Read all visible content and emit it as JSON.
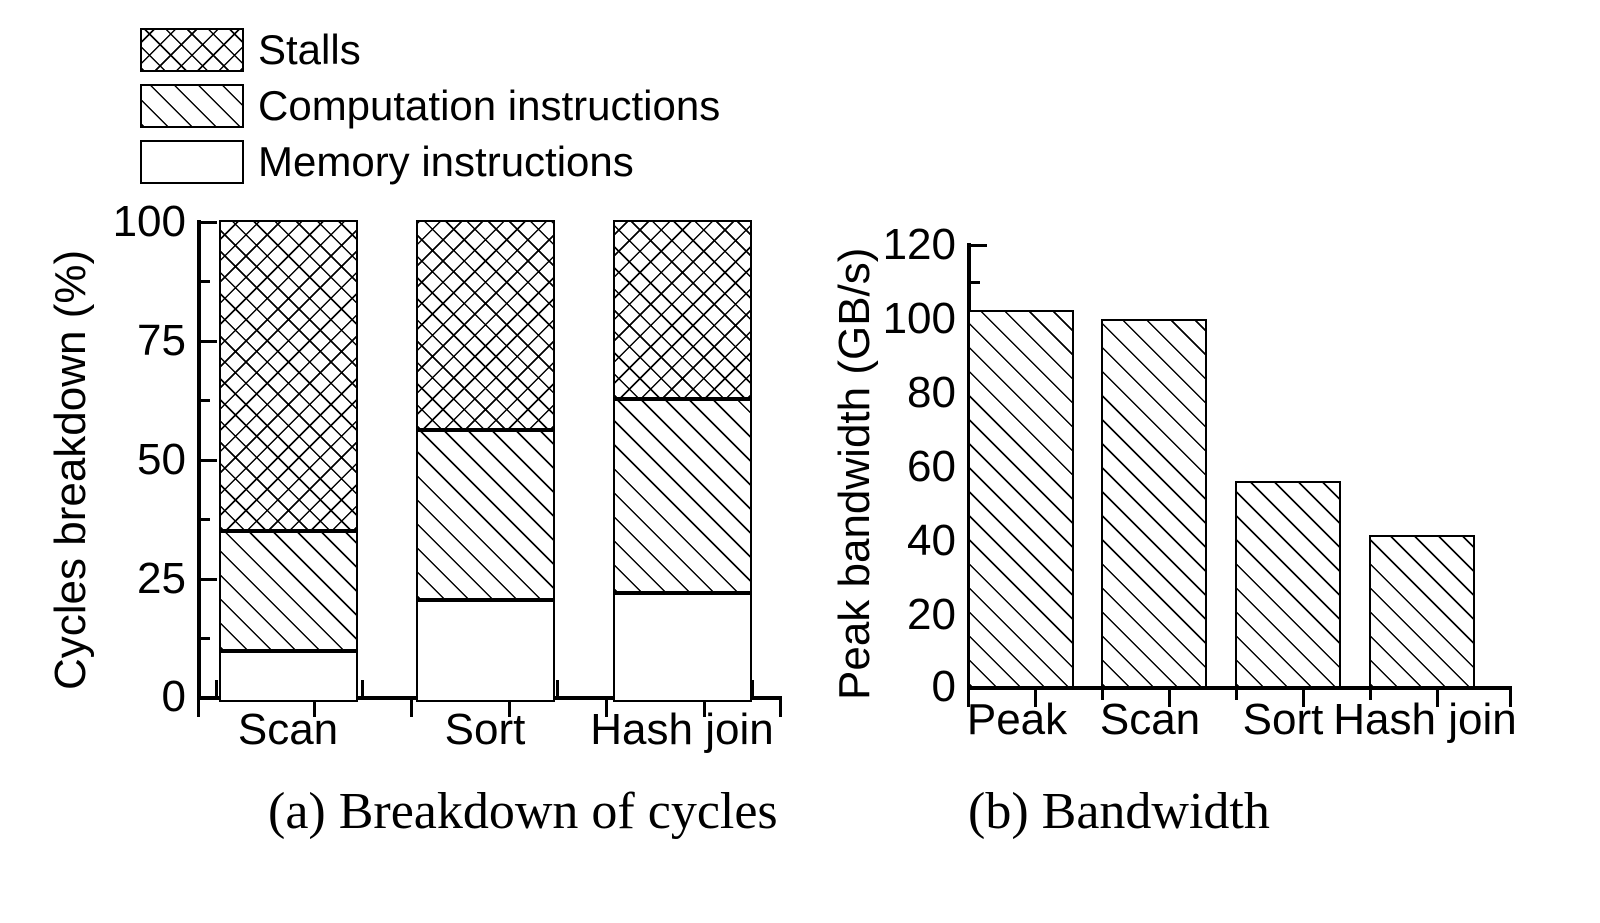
{
  "figure": {
    "caption_a": "(a) Breakdown of cycles",
    "caption_b": "(b) Bandwidth"
  },
  "legend": {
    "items": [
      {
        "label": "Stalls",
        "pattern": "cross-hatch"
      },
      {
        "label": "Computation instructions",
        "pattern": "diagonal-hatch"
      },
      {
        "label": "Memory instructions",
        "pattern": "blank"
      }
    ]
  },
  "chart_data": [
    {
      "type": "bar",
      "subtype": "stacked",
      "title": "(a) Breakdown of cycles",
      "xlabel": "",
      "ylabel": "Cycles breakdown (%)",
      "categories": [
        "Scan",
        "Sort",
        "Hash join"
      ],
      "ylim": [
        0,
        100
      ],
      "yticks": [
        0,
        25,
        50,
        75,
        100
      ],
      "yticklabels": [
        "0",
        "25",
        "50",
        "75",
        "100"
      ],
      "yminorticks": [
        12.5,
        37.5,
        62.5,
        87.5
      ],
      "grid": false,
      "legend_position": "above-left",
      "series": [
        {
          "name": "Memory instructions",
          "values": [
            10,
            21,
            22.5
          ]
        },
        {
          "name": "Computation instructions",
          "values": [
            25,
            35.5,
            40.5
          ]
        },
        {
          "name": "Stalls",
          "values": [
            65,
            43.5,
            37
          ]
        }
      ],
      "cumulative_tops": {
        "Memory instructions": [
          10,
          21,
          22.5
        ],
        "Computation instructions": [
          35,
          56.5,
          63
        ],
        "Stalls": [
          100,
          100,
          100
        ]
      }
    },
    {
      "type": "bar",
      "title": "(b) Bandwidth",
      "xlabel": "",
      "ylabel": "Peak bandwidth (GB/s)",
      "categories": [
        "Peak",
        "Scan",
        "Sort",
        "Hash join"
      ],
      "values": [
        102.5,
        100,
        56,
        41.5
      ],
      "ylim": [
        0,
        120
      ],
      "yticks": [
        0,
        20,
        40,
        60,
        80,
        100,
        120
      ],
      "yticklabels": [
        "0",
        "20",
        "40",
        "60",
        "80",
        "100",
        "120"
      ],
      "yminorticks": [
        10,
        30,
        50,
        70,
        90,
        110
      ],
      "grid": false,
      "legend_position": "none",
      "pattern": "diagonal-hatch"
    }
  ]
}
